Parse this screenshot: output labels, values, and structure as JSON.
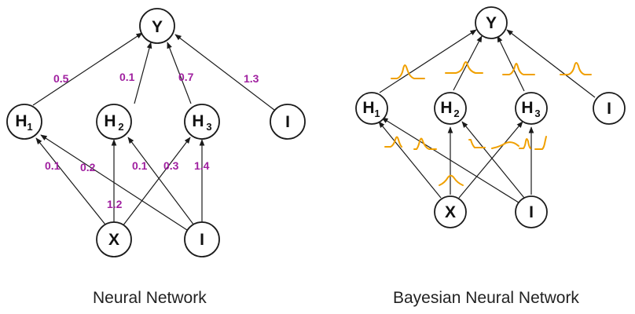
{
  "colors": {
    "weight": "#a020a0",
    "distribution": "#f0a000",
    "node_stroke": "#1a1a1a"
  },
  "neural_network": {
    "caption": "Neural Network",
    "nodes": {
      "y": {
        "label": "Y",
        "sub": ""
      },
      "h1": {
        "label": "H",
        "sub": "1"
      },
      "h2": {
        "label": "H",
        "sub": "2"
      },
      "h3": {
        "label": "H",
        "sub": "3"
      },
      "i_top": {
        "label": "I",
        "sub": ""
      },
      "x": {
        "label": "X",
        "sub": ""
      },
      "i_bottom": {
        "label": "I",
        "sub": ""
      }
    },
    "weights": {
      "h1_y": "0.5",
      "h2_y": "0.1",
      "h3_y": "0.7",
      "i_y": "1.3",
      "x_h1": "0.1",
      "i_h1": "0.2",
      "i_h2": "0.1",
      "x_h3": "0.3",
      "i_h3": "1.4",
      "x_h2": "1.2"
    }
  },
  "bayesian_network": {
    "caption": "Bayesian Neural Network",
    "nodes": {
      "y": {
        "label": "Y",
        "sub": ""
      },
      "h1": {
        "label": "H",
        "sub": "1"
      },
      "h2": {
        "label": "H",
        "sub": "2"
      },
      "h3": {
        "label": "H",
        "sub": "3"
      },
      "i_top": {
        "label": "I",
        "sub": ""
      },
      "x": {
        "label": "X",
        "sub": ""
      },
      "i_bottom": {
        "label": "I",
        "sub": ""
      }
    }
  }
}
